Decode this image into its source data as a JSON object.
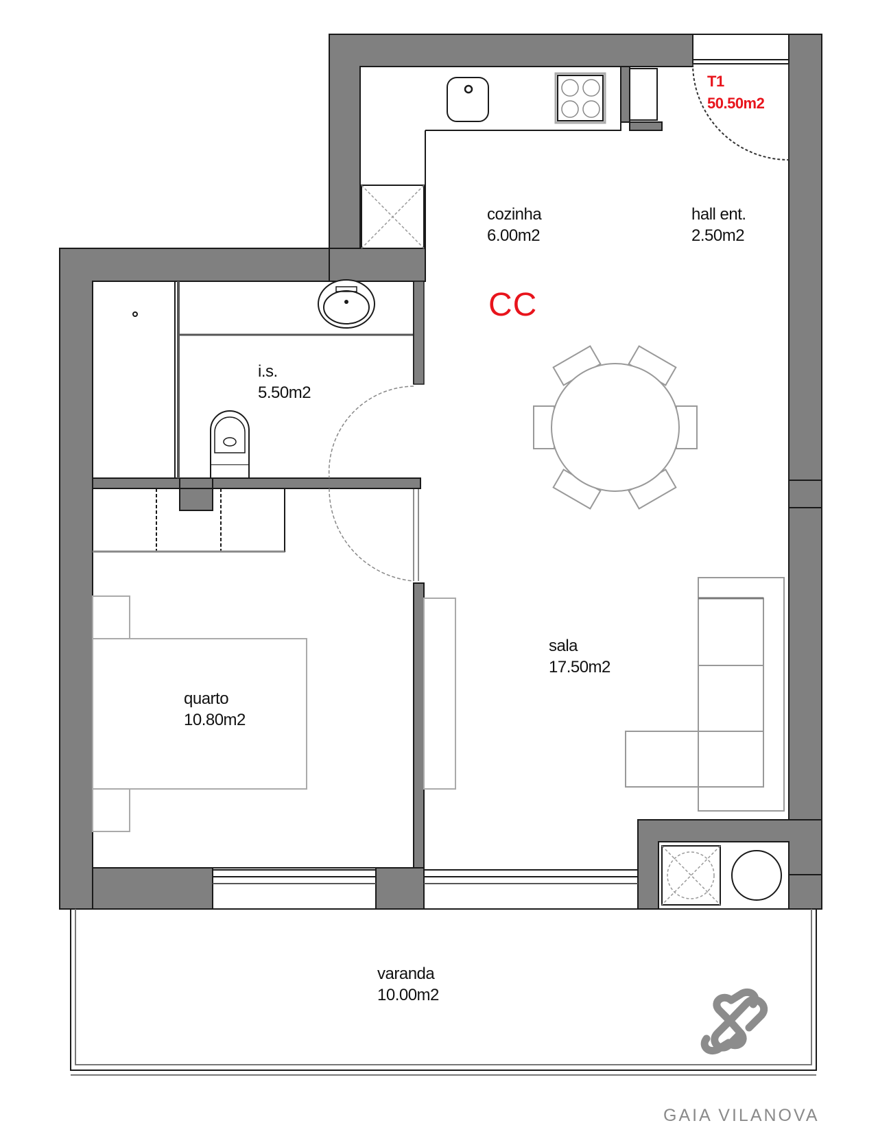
{
  "plan": {
    "unit_type": "T1",
    "total_area": "50.50m2",
    "code": "CC",
    "rooms": [
      {
        "id": "cozinha",
        "name": "cozinha",
        "area": "6.00m2"
      },
      {
        "id": "hall",
        "name": "hall ent.",
        "area": "2.50m2"
      },
      {
        "id": "is",
        "name": "i.s.",
        "area": "5.50m2"
      },
      {
        "id": "quarto",
        "name": "quarto",
        "area": "10.80m2"
      },
      {
        "id": "sala",
        "name": "sala",
        "area": "17.50m2"
      },
      {
        "id": "varanda",
        "name": "varanda",
        "area": "10.00m2"
      }
    ]
  },
  "brand": {
    "name": "GAIA VILANOVA",
    "logo": "gaia-vilanova-logo-icon"
  },
  "colors": {
    "wall": "#808080",
    "wall_outline": "#1a1a1a",
    "furniture": "#9a9a9a",
    "label_accent": "#e8141c",
    "brand": "#8a8a8a"
  }
}
